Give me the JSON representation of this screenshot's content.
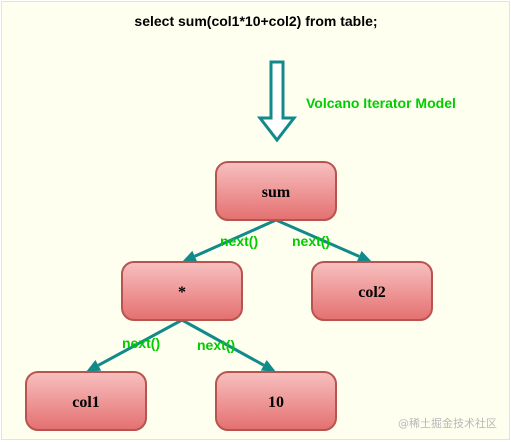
{
  "query": "select sum(col1*10+col2) from table;",
  "model_label": "Volcano Iterator Model",
  "nodes": [
    {
      "id": "sum",
      "label": "sum"
    },
    {
      "id": "mul",
      "label": "*"
    },
    {
      "id": "col2",
      "label": "col2"
    },
    {
      "id": "col1",
      "label": "col1"
    },
    {
      "id": "ten",
      "label": "10"
    }
  ],
  "edges": [
    {
      "from": "sum",
      "to": "mul",
      "label": "next()"
    },
    {
      "from": "sum",
      "to": "col2",
      "label": "next()"
    },
    {
      "from": "mul",
      "to": "col1",
      "label": "next()"
    },
    {
      "from": "mul",
      "to": "ten",
      "label": "next()"
    }
  ],
  "watermark": "@稀土掘金技术社区",
  "colors": {
    "node_fill_top": "#f8c0c0",
    "node_fill_bottom": "#e47070",
    "node_stroke": "#b85450",
    "arrow": "#128a8a",
    "edge_label": "#00cc00",
    "model_label": "#00cc00",
    "background": "#fffff0"
  }
}
